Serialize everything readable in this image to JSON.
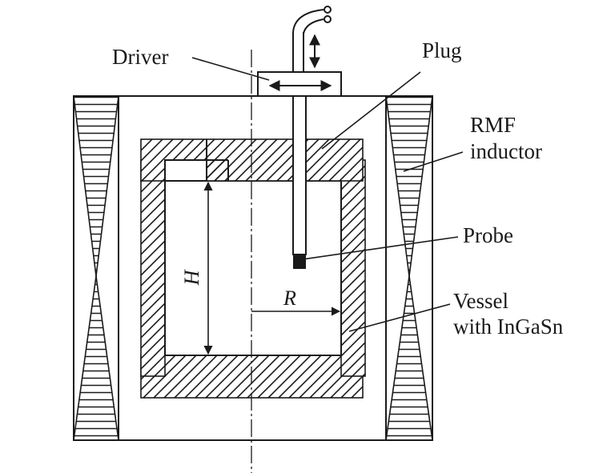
{
  "labels": {
    "driver": "Driver",
    "plug": "Plug",
    "rmf_line1": "RMF",
    "rmf_line2": "inductor",
    "probe": "Probe",
    "vessel_line1": "Vessel",
    "vessel_line2": "with InGaSn"
  },
  "dimensions": {
    "height_symbol": "H",
    "radius_symbol": "R"
  }
}
